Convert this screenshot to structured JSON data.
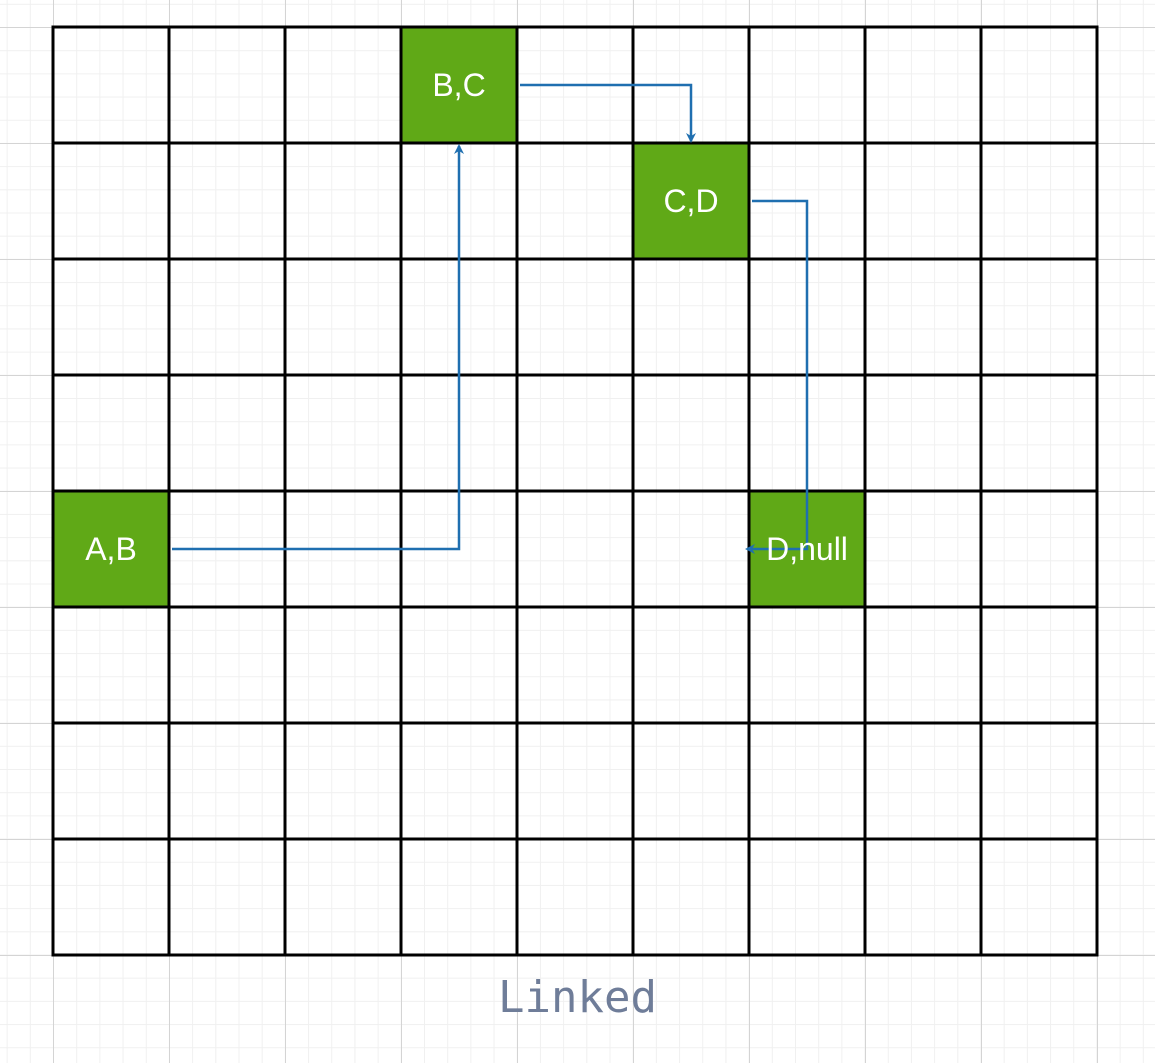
{
  "grid": {
    "rows": 8,
    "cols": 9
  },
  "colors": {
    "node_fill": "#60a917",
    "node_text": "#ffffff",
    "arrow": "#1f6fb0",
    "grid_line": "#000000"
  },
  "nodes": [
    {
      "id": "AB",
      "label": "A,B",
      "row": 4,
      "col": 0
    },
    {
      "id": "BC",
      "label": "B,C",
      "row": 0,
      "col": 3
    },
    {
      "id": "CD",
      "label": "C,D",
      "row": 1,
      "col": 5
    },
    {
      "id": "DN",
      "label": "D,null",
      "row": 4,
      "col": 6
    }
  ],
  "links": [
    {
      "from": "AB",
      "to": "BC"
    },
    {
      "from": "BC",
      "to": "CD"
    },
    {
      "from": "CD",
      "to": "DN"
    }
  ],
  "caption": "Linked"
}
